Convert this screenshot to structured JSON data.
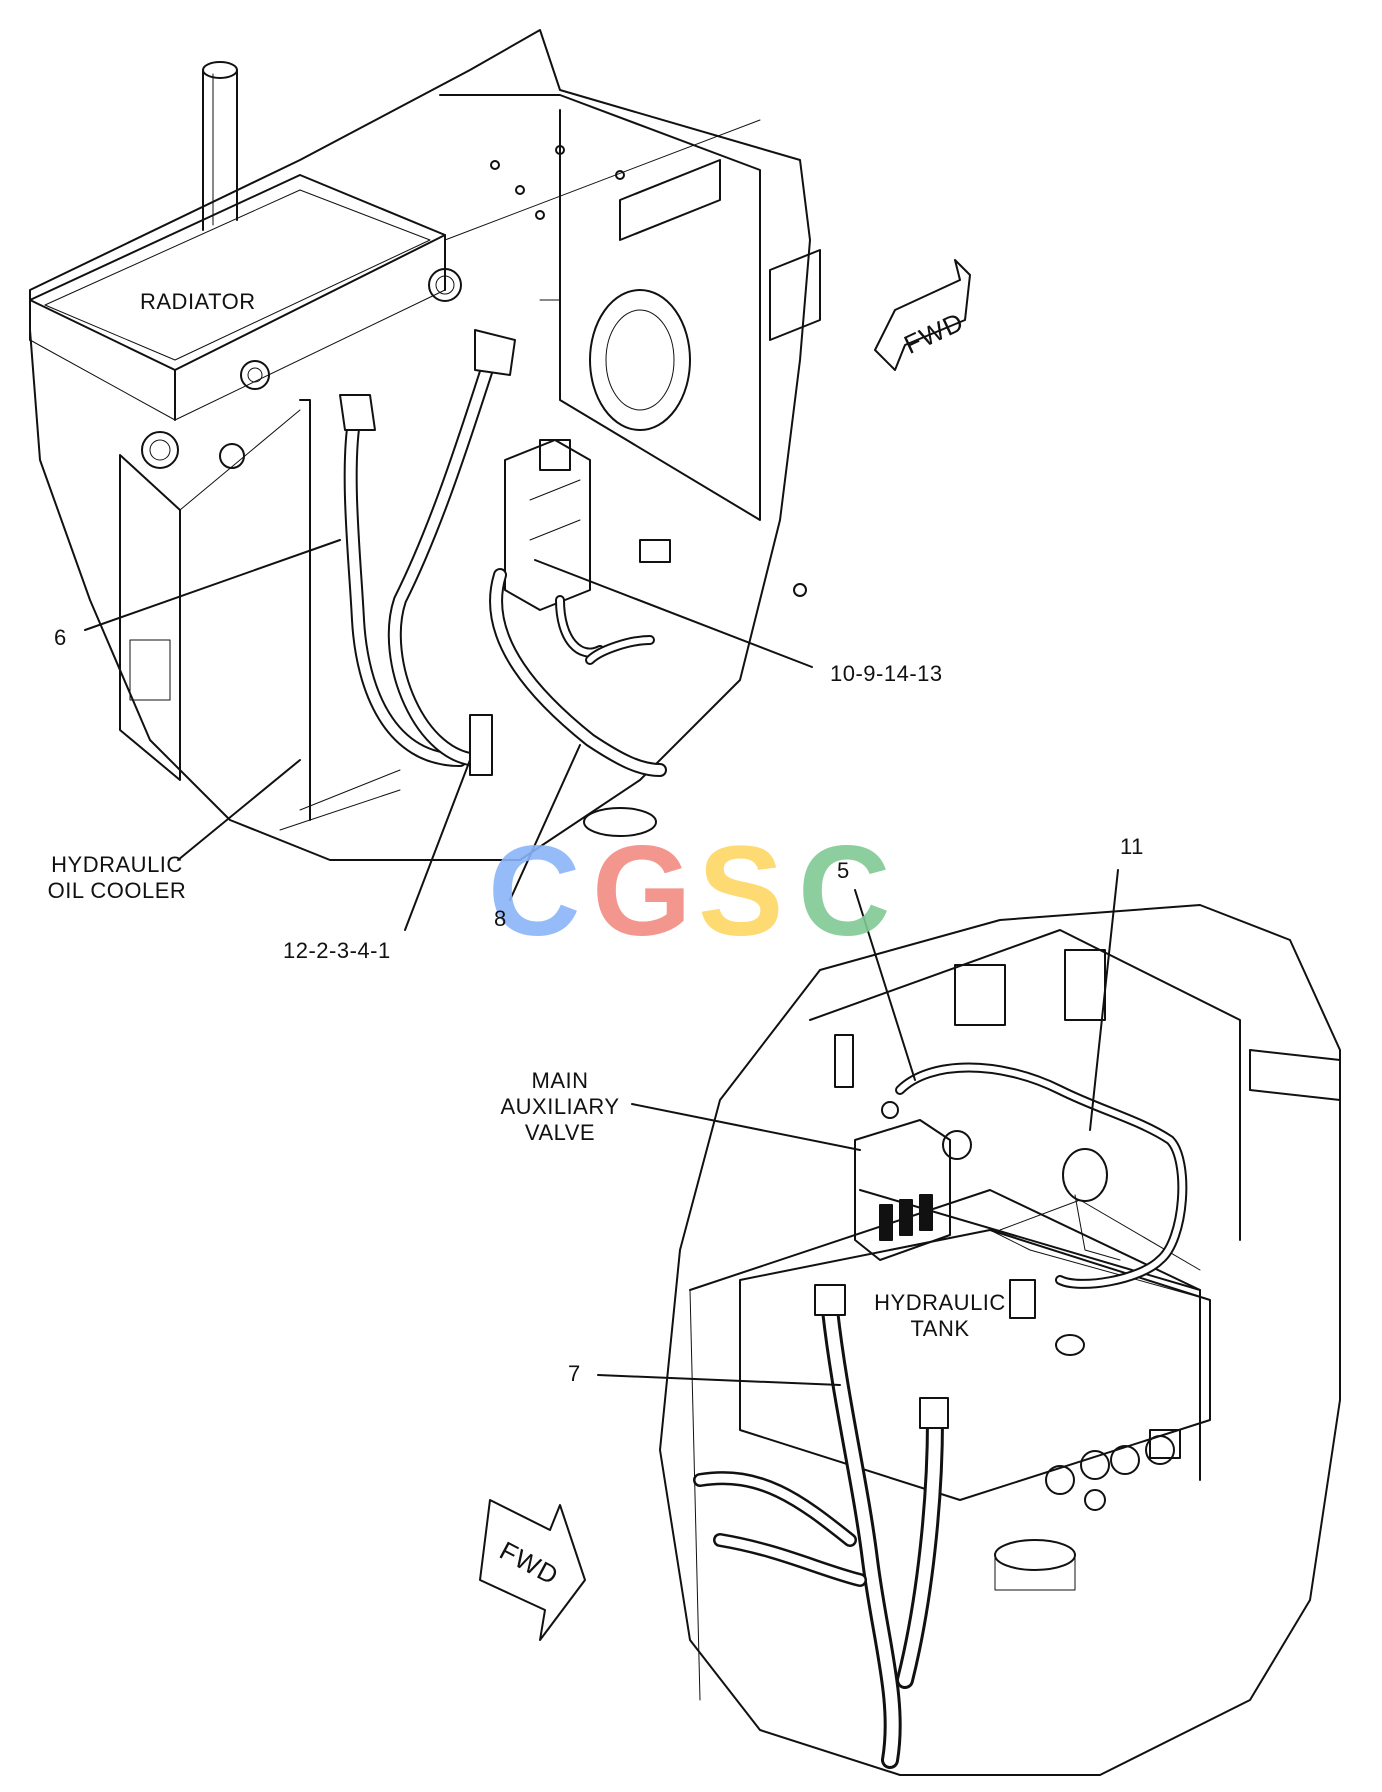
{
  "diagram": {
    "top_view": {
      "labels": {
        "radiator": "RADIATOR",
        "fwd": "FWD",
        "cooler_line1": "HYDRAULIC",
        "cooler_line2": "OIL COOLER",
        "callout_6": "6",
        "callout_10": "10-9-14-13",
        "callout_12": "12-2-3-4-1",
        "callout_8": "8"
      }
    },
    "bottom_view": {
      "labels": {
        "callout_5": "5",
        "callout_11": "11",
        "valve_line1": "MAIN",
        "valve_line2": "AUXILIARY",
        "valve_line3": "VALVE",
        "tank_line1": "HYDRAULIC",
        "tank_line2": "TANK",
        "callout_7": "7",
        "fwd": "FWD"
      }
    }
  },
  "watermark": {
    "letters": [
      "C",
      "G",
      "S",
      "C"
    ],
    "colors": [
      "#8ab4f8",
      "#f28b82",
      "#fdd663",
      "#81c995"
    ]
  }
}
